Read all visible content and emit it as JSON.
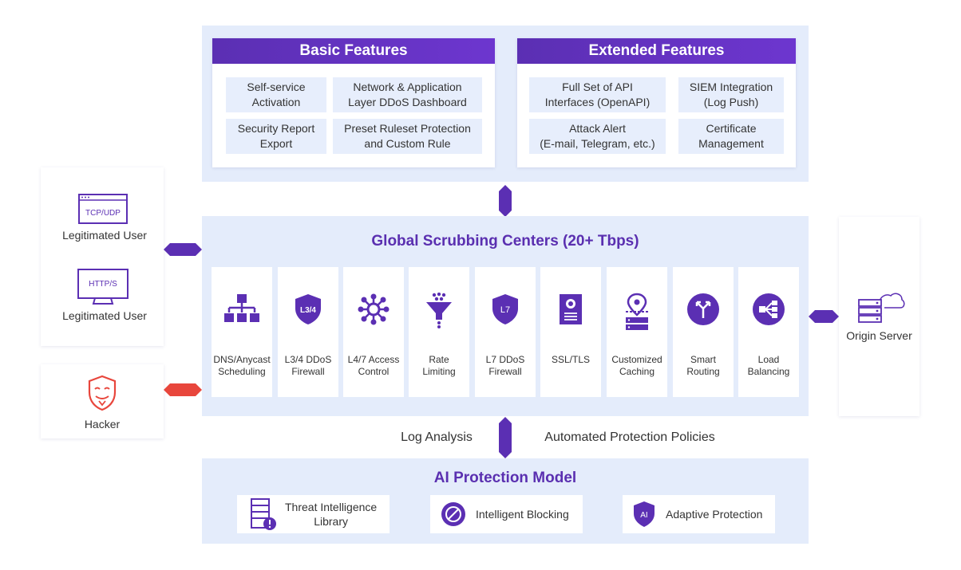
{
  "basic": {
    "title": "Basic Features",
    "items": [
      "Self-service\nActivation",
      "Network &  Application\nLayer DDoS Dashboard",
      "Security Report\nExport",
      "Preset Ruleset Protection\nand Custom Rule"
    ]
  },
  "extended": {
    "title": "Extended Features",
    "items": [
      "Full Set of API\nInterfaces  (OpenAPI)",
      "SIEM Integration\n(Log Push)",
      "Attack Alert\n(E-mail, Telegram, etc.)",
      "Certificate\nManagement"
    ]
  },
  "scrubbing": {
    "title": "Global Scrubbing Centers (20+ Tbps)",
    "modules": [
      {
        "label": "DNS/Anycast\nScheduling",
        "icon": "hierarchy-icon"
      },
      {
        "label": "L3/4 DDoS\nFirewall",
        "icon": "l34-shield-icon",
        "badge": "L3/4"
      },
      {
        "label": "L4/7 Access\nControl",
        "icon": "network-hub-icon"
      },
      {
        "label": "Rate\nLimiting",
        "icon": "funnel-icon"
      },
      {
        "label": "L7 DDoS\nFirewall",
        "icon": "l7-shield-icon",
        "badge": "L7"
      },
      {
        "label": "SSL/TLS",
        "icon": "certificate-icon"
      },
      {
        "label": "Customized\nCaching",
        "icon": "cache-server-icon"
      },
      {
        "label": "Smart\nRouting",
        "icon": "routing-icon"
      },
      {
        "label": "Load\nBalancing",
        "icon": "load-balancing-icon"
      }
    ]
  },
  "clients": {
    "user1": {
      "badge": "TCP/UDP",
      "label": "Legitimated User"
    },
    "user2": {
      "badge": "HTTP/S",
      "label": "Legitimated User"
    },
    "hacker": {
      "label": "Hacker"
    }
  },
  "origin": {
    "label": "Origin Server"
  },
  "flow": {
    "left": "Log Analysis",
    "right": "Automated Protection Policies"
  },
  "ai": {
    "title": "AI Protection Model",
    "items": [
      {
        "label": "Threat Intelligence\nLibrary",
        "icon": "threat-library-icon"
      },
      {
        "label": "Intelligent Blocking",
        "icon": "blocking-icon"
      },
      {
        "label": "Adaptive Protection",
        "icon": "ai-shield-icon",
        "badge": "AI"
      }
    ]
  },
  "colors": {
    "purple": "#5b2fb3",
    "panel": "#e4ecfb",
    "hacker": "#e8463c"
  }
}
